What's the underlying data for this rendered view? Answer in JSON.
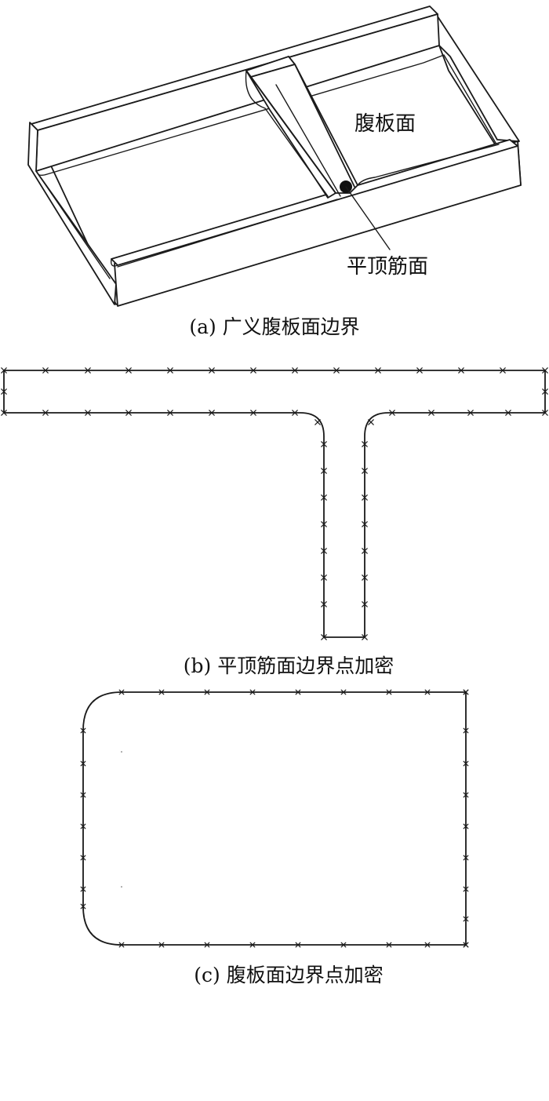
{
  "panel_a": {
    "label_web_face": "腹板面",
    "label_flat_rib_face": "平顶筋面",
    "caption": "(a) 广义腹板面边界"
  },
  "panel_b": {
    "caption": "(b) 平顶筋面边界点加密"
  },
  "panel_c": {
    "caption": "(c) 腹板面边界点加密"
  }
}
